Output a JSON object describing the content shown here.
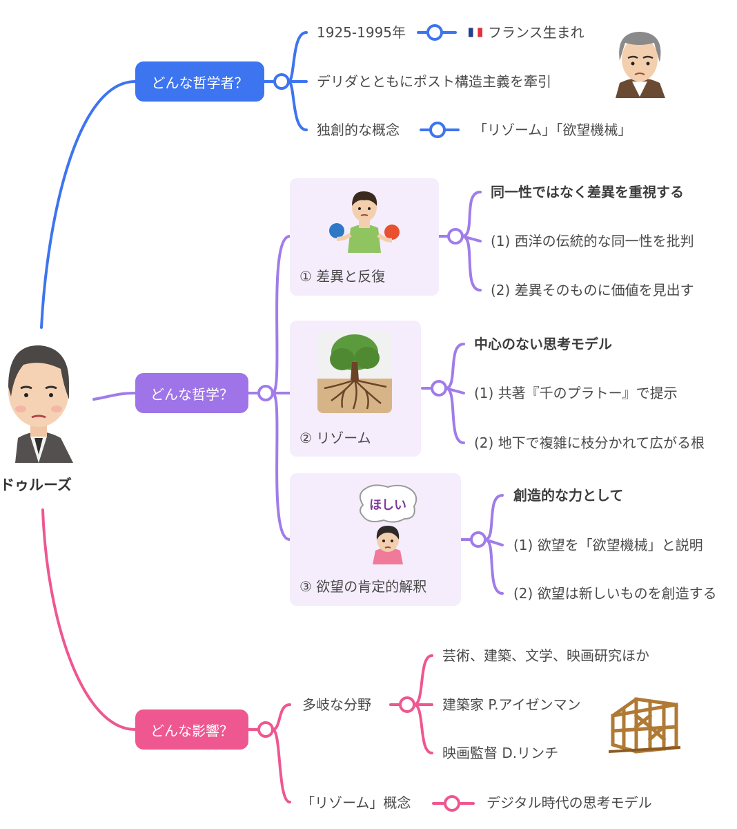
{
  "root": {
    "name": "ドゥルーズ"
  },
  "branches": {
    "who": {
      "label": "どんな哲学者？",
      "color": "#3d74f0",
      "items": [
        "1925-1995年",
        "デリダとともにポスト構造主義を牽引",
        "独創的な概念"
      ],
      "flag_icon": "french-flag-icon",
      "sub_birth": "フランス生まれ",
      "sub_concept": "「リゾーム」「欲望機械」"
    },
    "philosophy": {
      "label": "どんな哲学？",
      "color": "#9f74e8",
      "cards": [
        {
          "caption": "① 差異と反復",
          "head": "同一性ではなく差異を重視する",
          "points": [
            "(1) 西洋の伝統的な同一性を批判",
            "(2) 差異そのものに価値を見出す"
          ]
        },
        {
          "caption": "② リゾーム",
          "head": "中心のない思考モデル",
          "points": [
            "(1) 共著『千のプラトー』で提示",
            "(2) 地下で複雑に枝分かれて広がる根"
          ]
        },
        {
          "caption": "③ 欲望の肯定的解釈",
          "head": "創造的な力として",
          "points": [
            "(1) 欲望を「欲望機械」と説明",
            "(2) 欲望は新しいものを創造する"
          ],
          "bubble": "ほしい"
        }
      ]
    },
    "influence": {
      "label": "どんな影響？",
      "color": "#ee5790",
      "fields_label": "多岐な分野",
      "fields": [
        "芸術、建築、文学、映画研究ほか",
        "建築家 P.アイゼンマン",
        "映画監督 D.リンチ"
      ],
      "rhizome_label": "「リゾーム」概念",
      "rhizome_sub": "デジタル時代の思考モデル"
    }
  }
}
